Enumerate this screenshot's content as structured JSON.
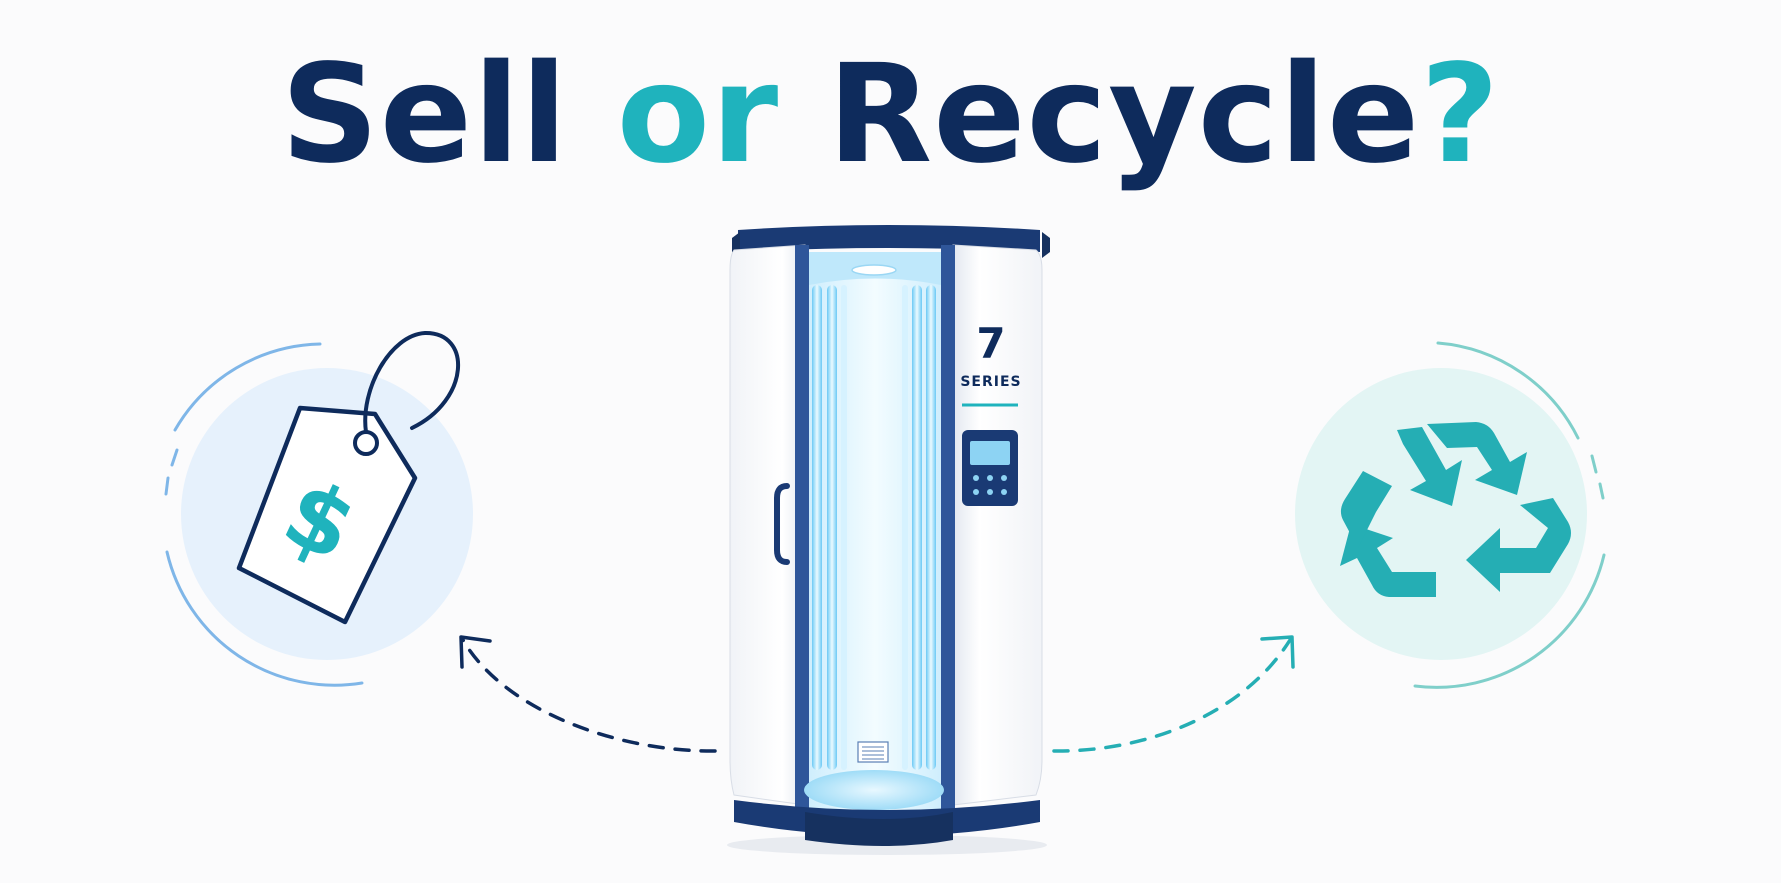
{
  "headline": {
    "word1": "Sell",
    "word2": "or",
    "word3": "Recycle",
    "mark": "?"
  },
  "booth": {
    "model_number": "7",
    "model_series": "SERIES"
  },
  "icons": {
    "left": "price-tag-dollar-icon",
    "right": "recycle-icon",
    "left_arrow": "dashed-arrow-left",
    "right_arrow": "dashed-arrow-right"
  },
  "colors": {
    "navy": "#0e2b5c",
    "teal": "#1fb3bd",
    "sky": "#7fb6e8",
    "light_blue_circle": "#e6f1fc",
    "light_teal_circle": "#e3f5f4",
    "uv_glow": "#aee6ff"
  }
}
